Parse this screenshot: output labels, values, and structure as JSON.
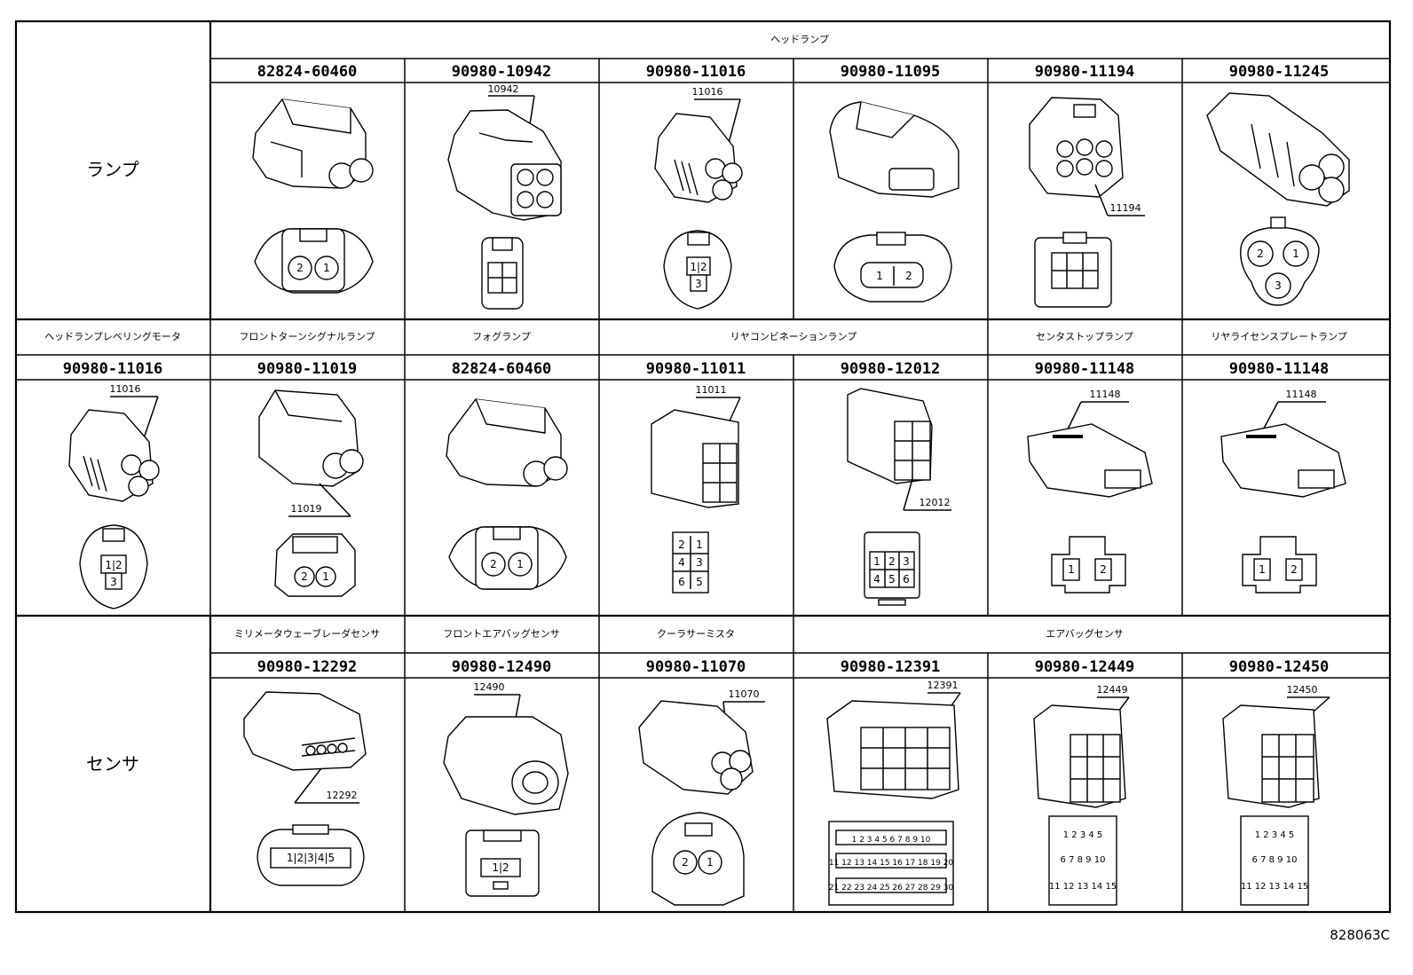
{
  "categories": {
    "lamp": "ランプ",
    "sensor": "センサ"
  },
  "row1": {
    "group_label": "ヘッドランプ",
    "parts": [
      "82824-60460",
      "90980-10942",
      "90980-11016",
      "90980-11095",
      "90980-11194",
      "90980-11245"
    ],
    "callouts": [
      "",
      "10942",
      "11016",
      "",
      "11194",
      ""
    ]
  },
  "row2": {
    "labels": [
      "ヘッドランプレベリングモータ",
      "フロントターンシグナルランプ",
      "フォグランプ",
      "リヤコンビネーションランプ",
      "センタストップランプ",
      "リヤライセンスプレートランプ"
    ],
    "parts": [
      "90980-11016",
      "90980-11019",
      "82824-60460",
      "90980-11011",
      "90980-12012",
      "90980-11148",
      "90980-11148"
    ],
    "callouts": [
      "11016",
      "11019",
      "",
      "11011",
      "12012",
      "11148",
      "11148"
    ]
  },
  "row3": {
    "labels": [
      "ミリメータウェーブレーダセンサ",
      "フロントエアバッグセンサ",
      "クーラサーミスタ",
      "エアバッグセンサ"
    ],
    "parts": [
      "90980-12292",
      "90980-12490",
      "90980-11070",
      "90980-12391",
      "90980-12449",
      "90980-12450"
    ],
    "callouts": [
      "12292",
      "12490",
      "11070",
      "12391",
      "12449",
      "12450"
    ]
  },
  "diagram_code": "828063C"
}
